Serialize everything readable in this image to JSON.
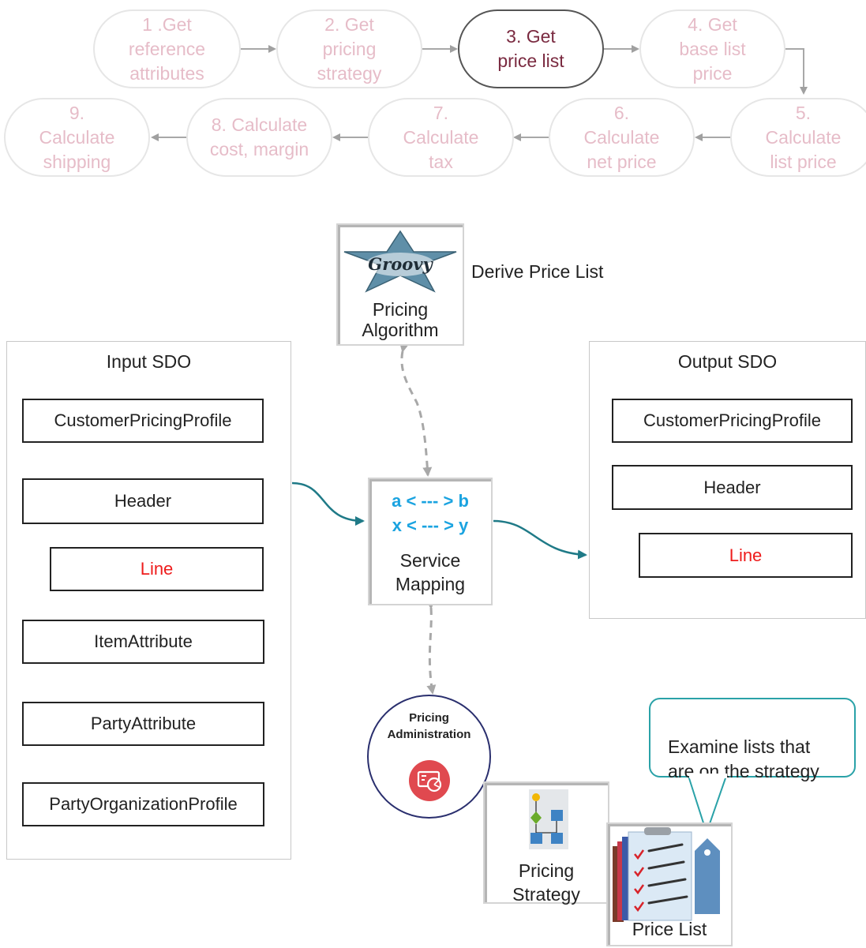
{
  "steps": [
    {
      "label": "1 .Get\nreference\nattributes"
    },
    {
      "label": "2. Get\npricing\nstrategy"
    },
    {
      "label": "3. Get\nprice list"
    },
    {
      "label": "4. Get\nbase list\nprice"
    },
    {
      "label": "5.\nCalculate\nlist price"
    },
    {
      "label": "6.\nCalculate\nnet price"
    },
    {
      "label": "7.\nCalculate\ntax"
    },
    {
      "label": "8. Calculate\ncost, margin"
    },
    {
      "label": "9.\nCalculate\nshipping"
    }
  ],
  "pricing_algorithm": {
    "label": "Pricing\nAlgorithm",
    "icon_text": "Groovy",
    "caption": "Derive  Price List"
  },
  "input_sdo": {
    "title": "Input SDO",
    "items": [
      "CustomerPricingProfile",
      "Header",
      "Line",
      "ItemAttribute",
      "PartyAttribute",
      "PartyOrganizationProfile"
    ]
  },
  "output_sdo": {
    "title": "Output SDO",
    "items": [
      "CustomerPricingProfile",
      "Header",
      "Line"
    ]
  },
  "service_mapping": {
    "line1": "a < --- > b",
    "line2": "x < --- > y",
    "label": "Service\nMapping"
  },
  "pricing_administration": {
    "label": "Pricing\nAdministration"
  },
  "pricing_strategy": {
    "label": "Pricing\nStrategy"
  },
  "price_list": {
    "label": "Price List"
  },
  "callout": {
    "text": "Examine lists that\nare on the strategy"
  },
  "colors": {
    "active_step_text": "#7a2a40",
    "inactive_step_text": "#e6bcc8",
    "flow_arrow": "#1f7a87",
    "dashed_arrow": "#a8a8a8",
    "highlight_text": "#ee1c1c",
    "callout_border": "#2aa2a8"
  }
}
